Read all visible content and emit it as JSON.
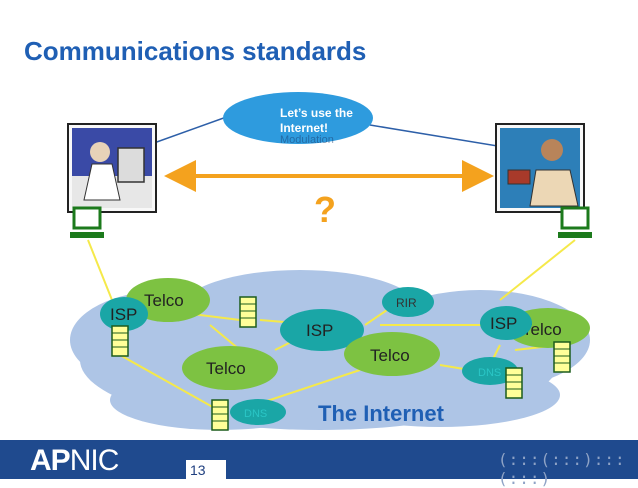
{
  "slide": {
    "title": "Communications standards",
    "page_number": "13"
  },
  "callout": {
    "hidden_text": "Modulation",
    "line1": "Let’s use the",
    "line2": "Internet!"
  },
  "question_mark": "?",
  "internet_label": "The Internet",
  "nodes": {
    "telco_left": "Telco",
    "isp_left": "ISP",
    "isp_center": "ISP",
    "rir": "RIR",
    "isp_right": "ISP",
    "telco_right": "Telco",
    "telco_bottom_left": "Telco",
    "telco_bottom_center": "Telco",
    "dns_right": "DNS",
    "dns_bottom": "DNS"
  },
  "footer": {
    "logo_ap": "AP",
    "logo_nic": "NIC",
    "right_art": "(:::(:::):::(:::)"
  },
  "colors": {
    "title": "#1f5fb4",
    "node_green": "#7dc242",
    "node_teal": "#1aa6a6",
    "internet_cloud": "#aec5e6",
    "arrow_orange": "#f4a21e",
    "footer": "#1f4a8e"
  }
}
